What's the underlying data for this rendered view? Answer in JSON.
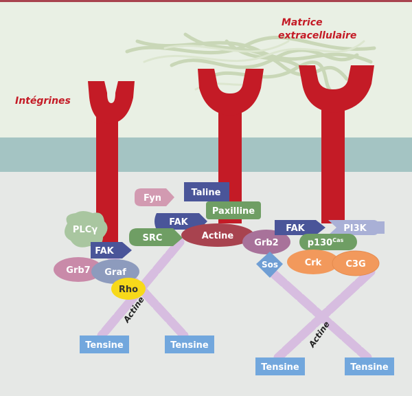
{
  "labels": {
    "matrix_line1": "Matrice",
    "matrix_line2": "extracellulaire",
    "integrins": "Intégrines",
    "actin_left": "Actine",
    "actin_right": "Actine"
  },
  "proteins": {
    "taline": "Taline",
    "fyn": "Fyn",
    "paxilline": "Paxilline",
    "fak_center": "FAK",
    "actine": "Actine",
    "src": "SRC",
    "plcg": "PLCγ",
    "fak_left": "FAK",
    "grb7": "Grb7",
    "graf": "Graf",
    "rho": "Rho",
    "fak_right": "FAK",
    "pi3k": "PI3K",
    "p130": "p130",
    "p130_sup": "Cas",
    "grb2": "Grb2",
    "sos": "Sos",
    "crk": "Crk",
    "c3g": "C3G",
    "tensine_1": "Tensine",
    "tensine_2": "Tensine",
    "tensine_3": "Tensine",
    "tensine_4": "Tensine"
  },
  "colors": {
    "integrin": "#c41b26",
    "label_red": "#c41b26",
    "ecm_bg": "#e9f0e4",
    "membrane": "#a4c4c3",
    "cytoplasm": "#e6e8e6",
    "fak_blue": "#4a5599",
    "green": "#6f9e64",
    "actine_red": "#a8434f",
    "fyn_pink": "#d29ab1",
    "plcg_green": "#a9c6a0",
    "grb2_mauve": "#a8729a",
    "grb7_pink": "#c98aa9",
    "graf_blue": "#8d9bbd",
    "rho_yellow": "#f7d91a",
    "pi3k_lav": "#a9b0d6",
    "sos_blue": "#6f9ed4",
    "crk_orange": "#f2995c",
    "tensine_blue": "#72a7dd",
    "actin_fiber": "#d7bde0"
  }
}
